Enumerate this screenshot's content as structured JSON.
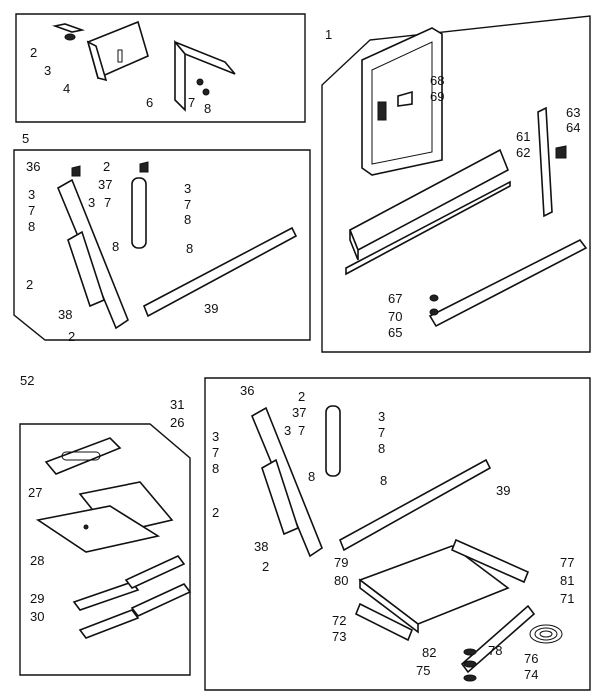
{
  "labels": {
    "l1": "1",
    "l2a": "2",
    "l3a": "3",
    "l4": "4",
    "l5": "5",
    "l6": "6",
    "l7a": "7",
    "l8a": "8",
    "l68": "68",
    "l69": "69",
    "l63": "63",
    "l64": "64",
    "l61": "61",
    "l62": "62",
    "l67": "67",
    "l70": "70",
    "l65": "65",
    "l36a": "36",
    "l2b": "2",
    "l37a": "37",
    "l3b": "3",
    "l7b": "7",
    "l8b": "8",
    "l3c": "3",
    "l7c": "7",
    "l8c": "8",
    "l8d": "8",
    "l3d": "3",
    "l7d": "7",
    "l8e": "8",
    "l2c": "2",
    "l38a": "38",
    "l39a": "39",
    "l2d": "2",
    "l52": "52",
    "l31": "31",
    "l26": "26",
    "l27": "27",
    "l28": "28",
    "l29": "29",
    "l30": "30",
    "l36b": "36",
    "l2e": "2",
    "l37b": "37",
    "l3e": "3",
    "l7e": "7",
    "l8f": "8",
    "l3f": "3",
    "l7f": "7",
    "l8g": "8",
    "l8h": "8",
    "l3g": "3",
    "l7g": "7",
    "l8i": "8",
    "l2f": "2",
    "l39b": "39",
    "l38b": "38",
    "l2g": "2",
    "l79": "79",
    "l80": "80",
    "l77": "77",
    "l81": "81",
    "l71": "71",
    "l72": "72",
    "l73": "73",
    "l82": "82",
    "l75": "75",
    "l78": "78",
    "l76": "76",
    "l74": "74"
  }
}
